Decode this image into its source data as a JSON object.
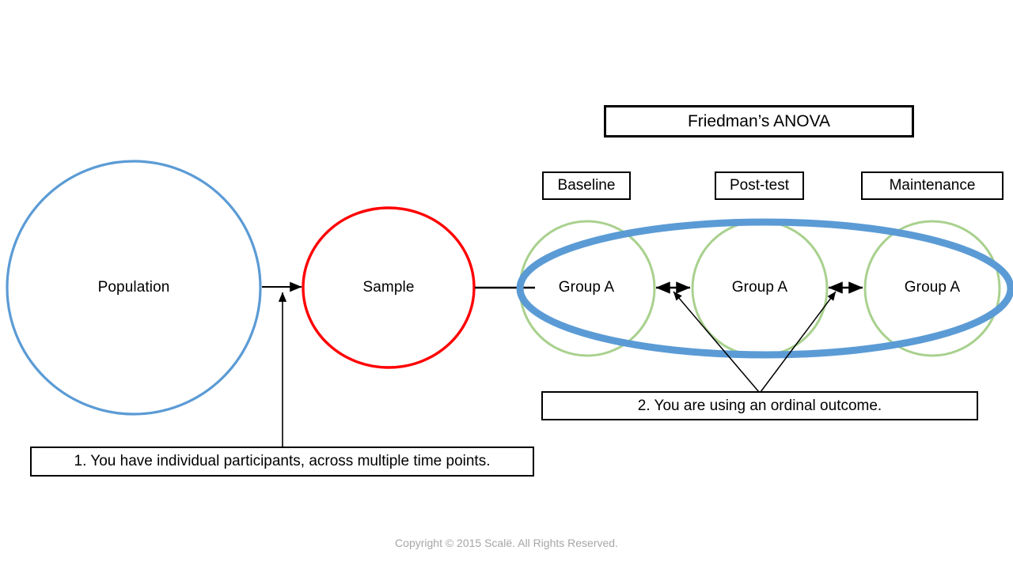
{
  "diagram": {
    "title_box": {
      "label": "Friedman’s ANOVA"
    },
    "population": {
      "label": "Population",
      "outline_color": "#5B9BD5"
    },
    "sample": {
      "label": "Sample",
      "outline_color": "#FF0000"
    },
    "group_outline_color": "#A9D18E",
    "wrapper_ellipse_color": "#5B9BD5",
    "stage_boxes": [
      {
        "label": "Baseline"
      },
      {
        "label": "Post-test"
      },
      {
        "label": "Maintenance"
      }
    ],
    "groups": [
      {
        "label": "Group A"
      },
      {
        "label": "Group A"
      },
      {
        "label": "Group A"
      }
    ],
    "notes": [
      {
        "label": "1. You have individual participants, across multiple time points."
      },
      {
        "label": "2. You are using an ordinal outcome."
      }
    ]
  },
  "footer": {
    "copyright": "Copyright © 2015 Scalë. All Rights Reserved."
  }
}
